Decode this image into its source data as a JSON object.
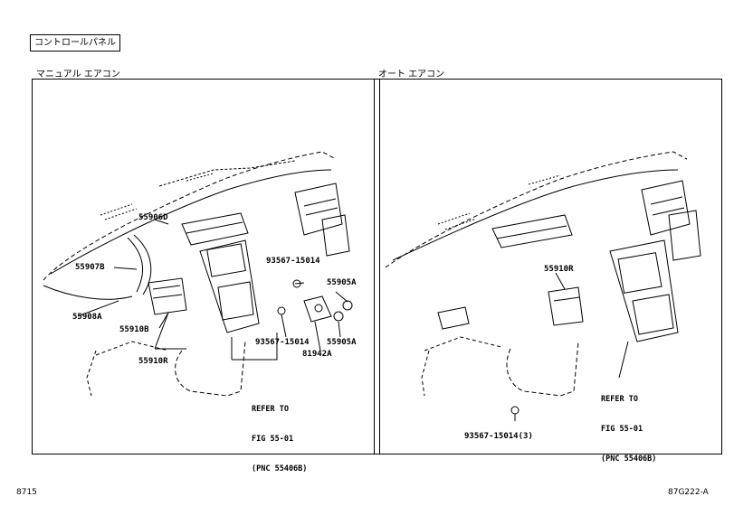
{
  "title": "コントロールパネル",
  "left_section": {
    "label": "マニュアル エアコン",
    "callouts": {
      "c55906D": "55906D",
      "c55907B": "55907B",
      "c55908A": "55908A",
      "c55910B": "55910B",
      "c55910R": "55910R",
      "c93567_top": "93567-15014",
      "c93567_bottom": "93567-15014",
      "c55905A_top": "55905A",
      "c55905A_bottom": "55905A",
      "c81942A": "81942A"
    },
    "refer": {
      "line1": "REFER TO",
      "line2": "FIG 55-01",
      "line3": "(PNC 55406B)"
    }
  },
  "right_section": {
    "label": "オート エアコン",
    "callouts": {
      "c55910R": "55910R",
      "c93567": "93567-15014(3)"
    },
    "refer": {
      "line1": "REFER TO",
      "line2": "FIG 55-01",
      "line3": "(PNC 55406B)"
    }
  },
  "footer": {
    "left_code": "8715",
    "right_code": "87G222-A"
  }
}
